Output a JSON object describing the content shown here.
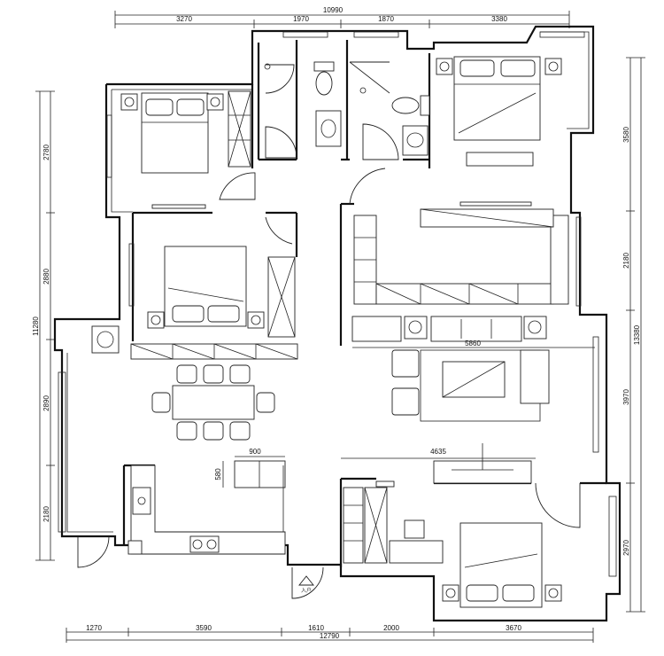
{
  "dimensions": {
    "top_total": "10990",
    "top": [
      "3270",
      "1970",
      "1870",
      "3380"
    ],
    "bottom_total": "12790",
    "bottom": [
      "1270",
      "3590",
      "1610",
      "2000",
      "3670"
    ],
    "left_total": "11280",
    "left": [
      "2780",
      "2880",
      "2890",
      "2180"
    ],
    "right_total": "13380",
    "right": [
      "3580",
      "2180",
      "3970",
      "2970"
    ],
    "interior": {
      "living_width": "5860",
      "bedroom_width": "4635",
      "counter_width": "900",
      "counter_depth": "580"
    }
  },
  "labels": {
    "entrance": "入户"
  }
}
